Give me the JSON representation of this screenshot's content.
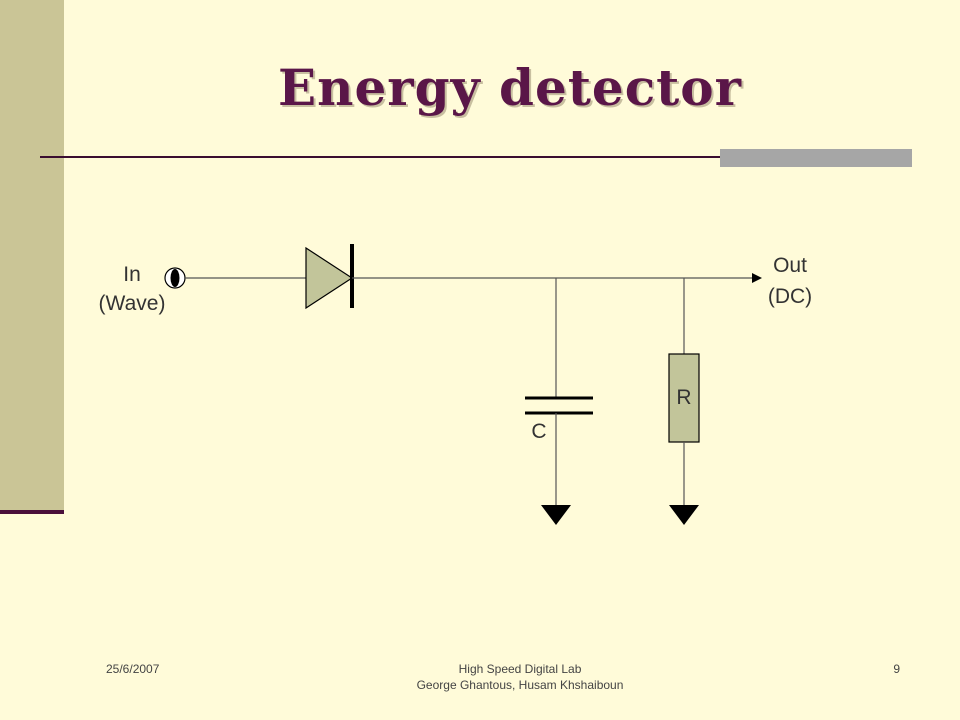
{
  "slide": {
    "title": "Energy detector"
  },
  "circuit": {
    "input_label_line1": "In",
    "input_label_line2": "(Wave)",
    "output_label_line1": "Out",
    "output_label_line2": "(DC)",
    "capacitor_label": "C",
    "resistor_label": "R"
  },
  "footer": {
    "date": "25/6/2007",
    "center_line1": "High Speed Digital Lab",
    "center_line2": "George Ghantous, Husam Khshaiboun",
    "page_number": "9"
  }
}
